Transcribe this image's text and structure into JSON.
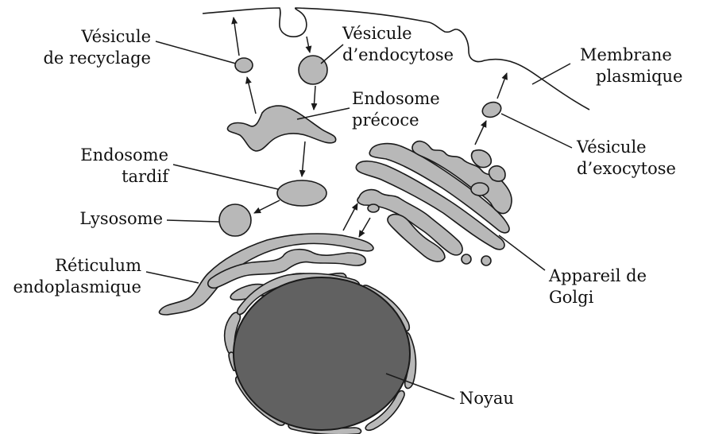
{
  "labels": {
    "vesicule_recyclage": [
      "Vésicule",
      "de recyclage"
    ],
    "vesicule_endocytose": [
      "Vésicule",
      "d’endocytose"
    ],
    "membrane_plasmique": [
      "Membrane",
      "plasmique"
    ],
    "endosome_precoce": [
      "Endosome",
      "précoce"
    ],
    "endosome_tardif": [
      "Endosome",
      "tardif"
    ],
    "vesicule_exocytose": [
      "Vésicule",
      "d’exocytose"
    ],
    "lysosome": [
      "Lysosome"
    ],
    "reticulum": [
      "Réticulum",
      "endoplasmique"
    ],
    "golgi": [
      "Appareil de",
      "Golgi"
    ],
    "noyau": [
      "Noyau"
    ]
  },
  "colors": {
    "organelle_fill": "#b8b8b8",
    "nucleus_fill": "#616161",
    "outline": "#1a1a1a"
  }
}
